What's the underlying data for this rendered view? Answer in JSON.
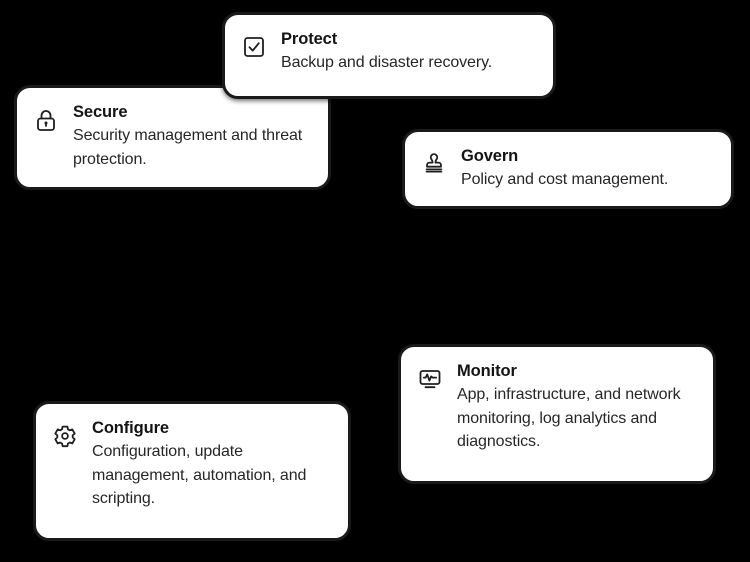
{
  "canvas": {
    "background_color": "#000000",
    "card_background_color": "#ffffff",
    "card_border_color": "#1a1a1a",
    "text_color": "#141414"
  },
  "cards": [
    {
      "id": "protect",
      "icon": "checkbox-checked-icon",
      "title": "Protect",
      "description": "Backup and disaster recovery."
    },
    {
      "id": "secure",
      "icon": "lock-icon",
      "title": "Secure",
      "description": "Security management and threat protection."
    },
    {
      "id": "govern",
      "icon": "stamp-icon",
      "title": "Govern",
      "description": "Policy and cost management."
    },
    {
      "id": "monitor",
      "icon": "monitor-pulse-icon",
      "title": "Monitor",
      "description": "App, infrastructure, and network monitoring, log analytics and diagnostics."
    },
    {
      "id": "configure",
      "icon": "gear-icon",
      "title": "Configure",
      "description": "Configuration, update management, automation, and scripting."
    }
  ]
}
